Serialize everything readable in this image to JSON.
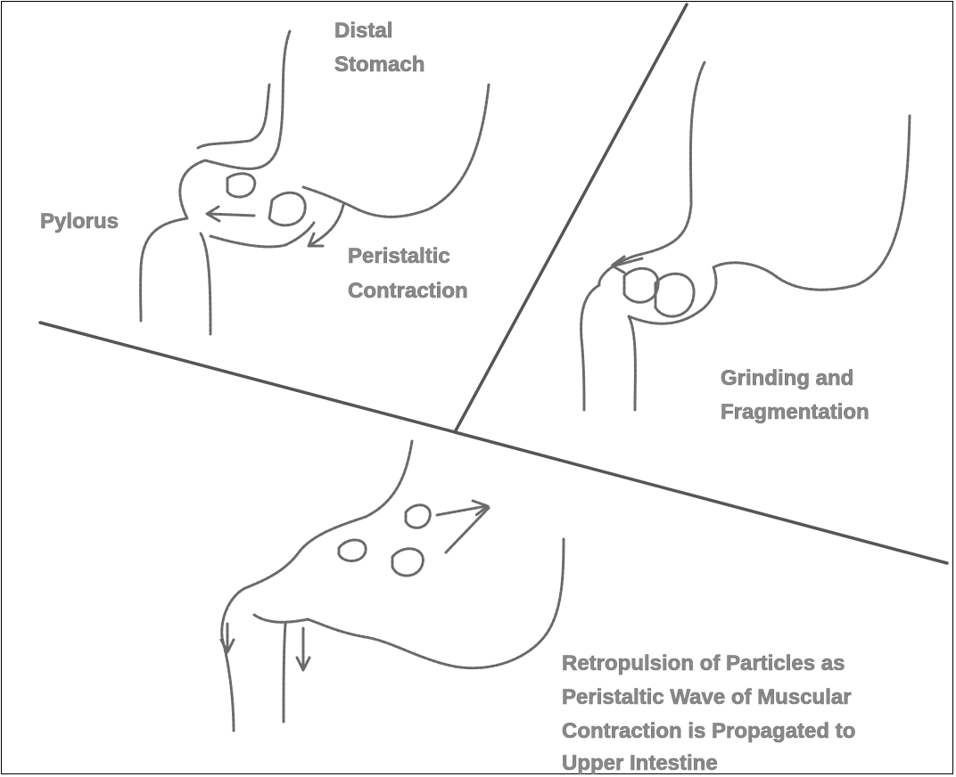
{
  "labels": {
    "distal_stomach_line1": "Distal",
    "distal_stomach_line2": "Stomach",
    "pylorus": "Pylorus",
    "peristaltic_line1": "Peristaltic",
    "peristaltic_line2": "Contraction",
    "grinding_line1": "Grinding and",
    "grinding_line2": "Fragmentation",
    "retropulsion_line1": "Retropulsion of Particles as",
    "retropulsion_line2": "Peristaltic Wave of Muscular",
    "retropulsion_line3": "Contraction is Propagated to",
    "retropulsion_line4": "Upper Intestine"
  }
}
